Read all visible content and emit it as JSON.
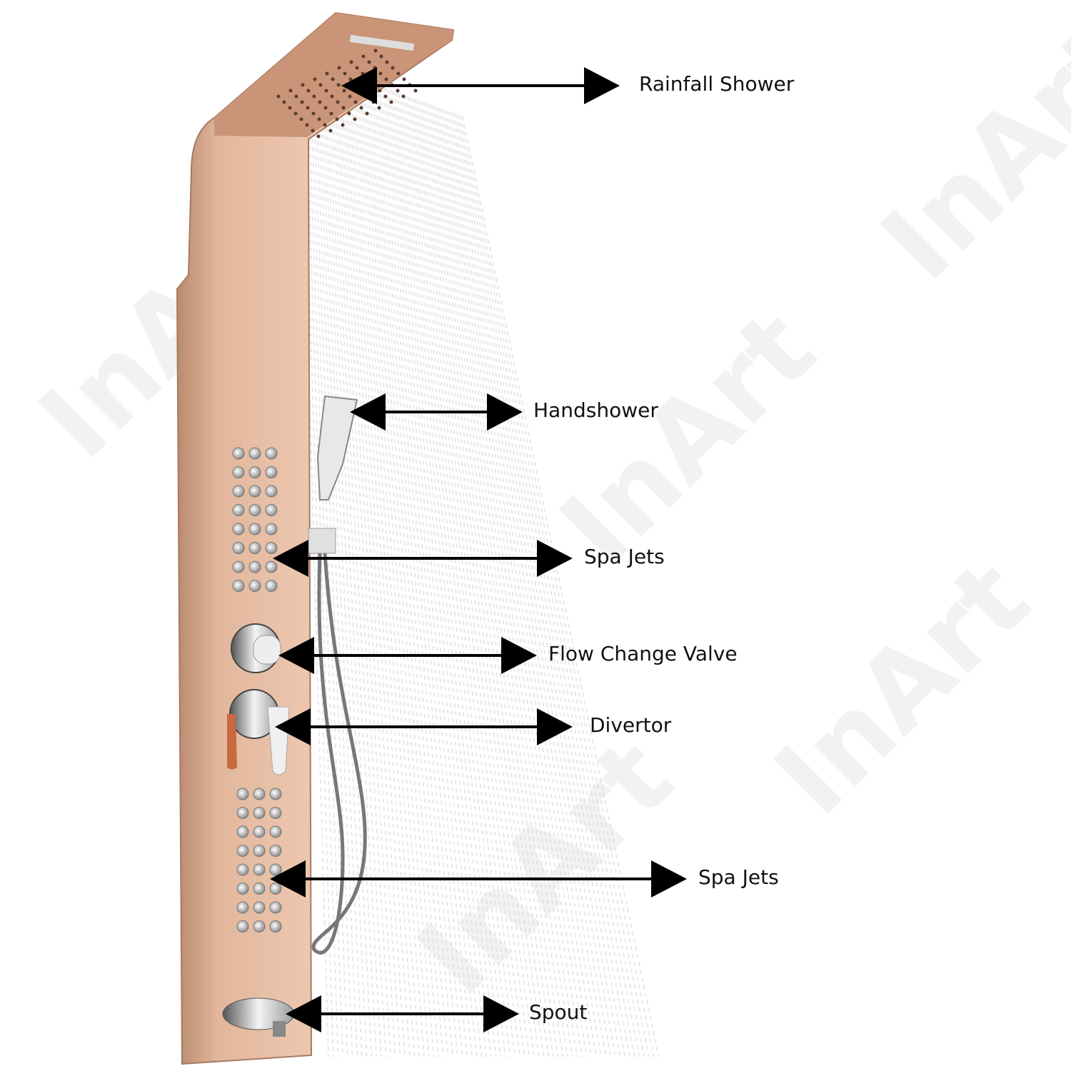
{
  "watermark": "InArt",
  "colors": {
    "panel": "#d9a98c",
    "panel_dark": "#b5846a",
    "arrow": "#000000",
    "chrome": "#c9c9c9"
  },
  "labels": [
    {
      "id": "rainfall-shower",
      "text": "Rainfall Shower"
    },
    {
      "id": "handshower",
      "text": "Handshower"
    },
    {
      "id": "spa-jets-upper",
      "text": "Spa Jets"
    },
    {
      "id": "flow-change-valve",
      "text": "Flow Change Valve"
    },
    {
      "id": "divertor",
      "text": "Divertor"
    },
    {
      "id": "spa-jets-lower",
      "text": "Spa Jets"
    },
    {
      "id": "spout",
      "text": "Spout"
    }
  ]
}
